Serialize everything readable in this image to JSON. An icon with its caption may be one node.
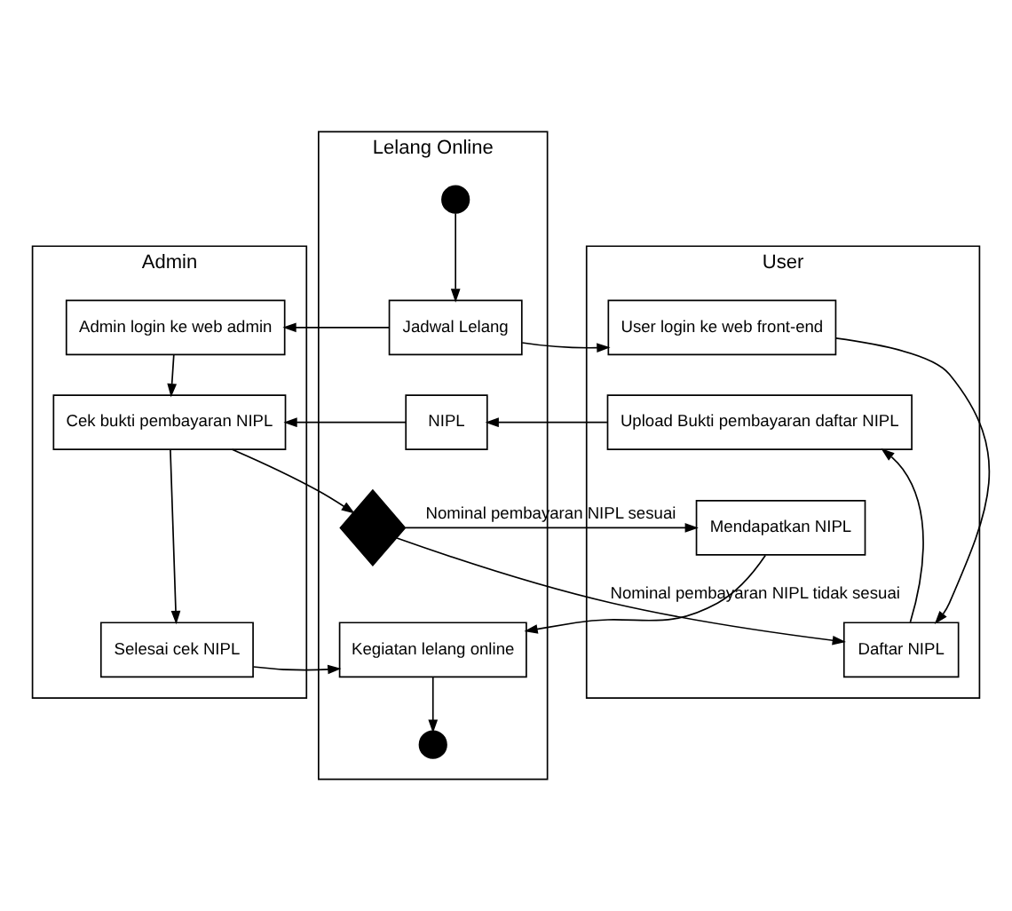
{
  "diagram": {
    "nodes": [
      {
        "text": [
          "Admin"
        ]
      },
      {
        "text": [
          "Lelang Online"
        ]
      },
      {
        "text": [
          "User"
        ]
      },
      {
        "text": [],
        "shape": "circle",
        "in": 1
      },
      {
        "text": [
          "Jadwal Lelang"
        ],
        "in": 1
      },
      {
        "text": [
          "Admin login ke web admin"
        ],
        "in": 0
      },
      {
        "text": [
          "User login ke web front-end"
        ],
        "in": 2
      },
      {
        "text": [
          "Daftar NIPL"
        ],
        "in": 2
      },
      {
        "text": [
          "Upload Bukti pembayaran daftar NIPL"
        ],
        "in": 2
      },
      {
        "text": [
          "NIPL"
        ],
        "in": 1
      },
      {
        "text": [
          "Cek bukti pembayaran NIPL"
        ],
        "in": 0
      },
      {
        "text": [],
        "shape": "diamond",
        "in": 1
      },
      {
        "text": [
          "Mendapatkan NIPL"
        ],
        "in": 2
      },
      {
        "text": [
          "Selesai cek NIPL"
        ],
        "in": 0
      },
      {
        "text": [
          "Kegiatan lelang online"
        ],
        "in": 1
      },
      {
        "text": [],
        "shape": "circle",
        "in": 1
      }
    ],
    "edges": [
      {
        "from": 3,
        "to": 4,
        "arrow": "to"
      },
      {
        "from": 4,
        "to": 5,
        "arrow": "to"
      },
      {
        "from": 4,
        "to": 6,
        "arrow": "to"
      },
      {
        "from": 6,
        "to": 7,
        "arrow": "to"
      },
      {
        "from": 7,
        "to": 8,
        "arrow": "to"
      },
      {
        "from": 8,
        "to": 9,
        "arrow": "to"
      },
      {
        "from": 9,
        "to": 10,
        "arrow": "to"
      },
      {
        "from": 5,
        "to": 10,
        "arrow": "to"
      },
      {
        "from": 10,
        "to": 11,
        "arrow": "to"
      },
      {
        "from": 11,
        "to": 7,
        "arrow": "to",
        "label": "Nominal pembayaran NIPL tidak sesuai"
      },
      {
        "from": 11,
        "to": 12,
        "arrow": "to",
        "label": "Nominal pembayaran NIPL sesuai"
      },
      {
        "from": 10,
        "to": 13,
        "arrow": "to"
      },
      {
        "from": 13,
        "to": 14,
        "arrow": "to"
      },
      {
        "from": 12,
        "to": 14,
        "arrow": "to"
      },
      {
        "from": 14,
        "to": 15,
        "arrow": "to"
      }
    ]
  }
}
